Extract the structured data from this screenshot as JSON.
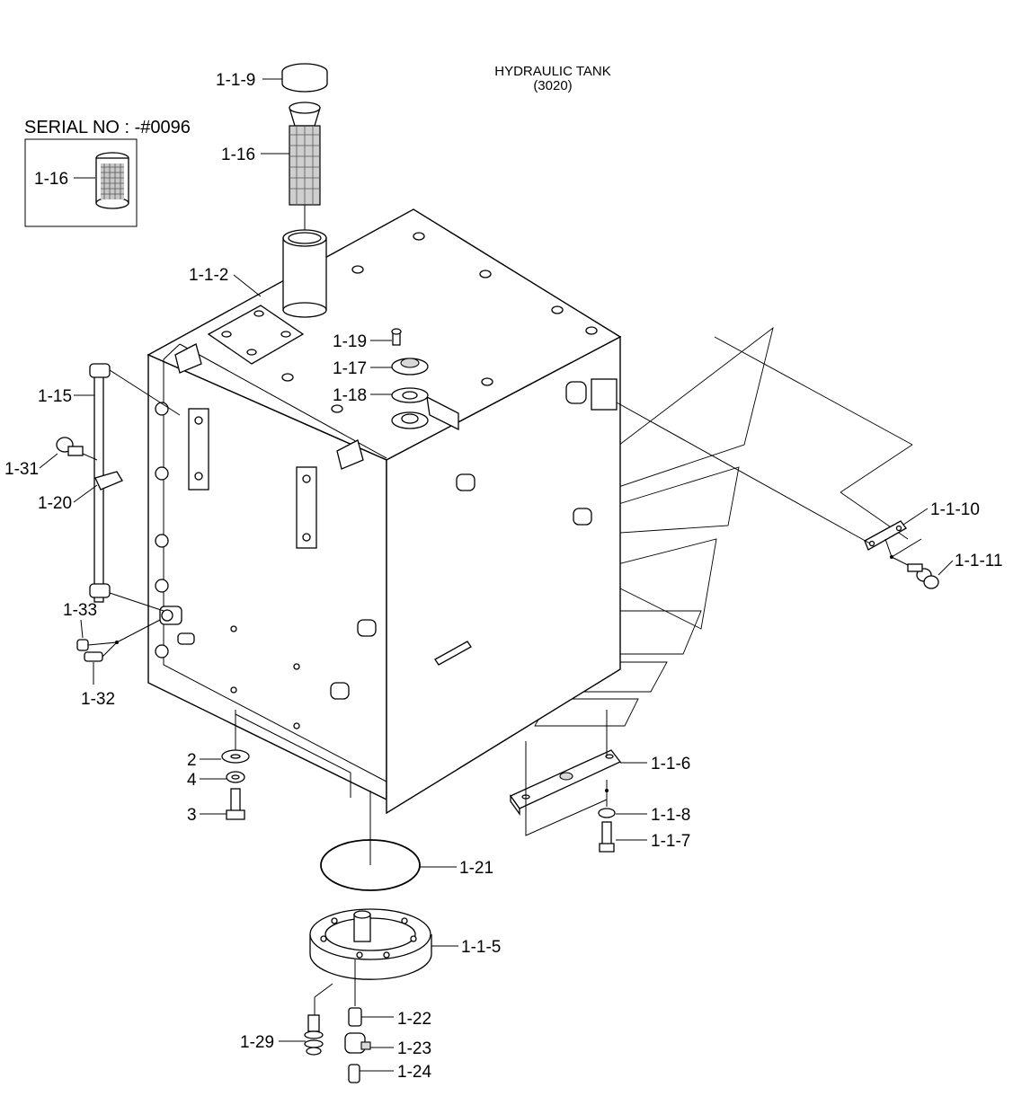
{
  "title": {
    "line1": "HYDRAULIC TANK",
    "line2": "(3020)"
  },
  "serial_box": {
    "label": "SERIAL NO : -#0096",
    "part": "1-16"
  },
  "callouts": [
    {
      "id": "1-1-9",
      "text": "1-1-9"
    },
    {
      "id": "1-16",
      "text": "1-16"
    },
    {
      "id": "1-1-2",
      "text": "1-1-2"
    },
    {
      "id": "1-19",
      "text": "1-19"
    },
    {
      "id": "1-17",
      "text": "1-17"
    },
    {
      "id": "1-18",
      "text": "1-18"
    },
    {
      "id": "1-15",
      "text": "1-15"
    },
    {
      "id": "1-31",
      "text": "1-31"
    },
    {
      "id": "1-20",
      "text": "1-20"
    },
    {
      "id": "1-33",
      "text": "1-33"
    },
    {
      "id": "1-32",
      "text": "1-32"
    },
    {
      "id": "2",
      "text": "2"
    },
    {
      "id": "4",
      "text": "4"
    },
    {
      "id": "3",
      "text": "3"
    },
    {
      "id": "1-21",
      "text": "1-21"
    },
    {
      "id": "1-1-5",
      "text": "1-1-5"
    },
    {
      "id": "1-22",
      "text": "1-22"
    },
    {
      "id": "1-29",
      "text": "1-29"
    },
    {
      "id": "1-23",
      "text": "1-23"
    },
    {
      "id": "1-24",
      "text": "1-24"
    },
    {
      "id": "1-1-6",
      "text": "1-1-6"
    },
    {
      "id": "1-1-8",
      "text": "1-1-8"
    },
    {
      "id": "1-1-7",
      "text": "1-1-7"
    },
    {
      "id": "1-1-10",
      "text": "1-1-10"
    },
    {
      "id": "1-1-11",
      "text": "1-1-11"
    }
  ]
}
